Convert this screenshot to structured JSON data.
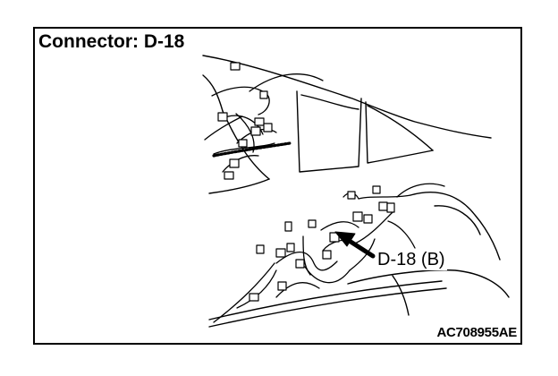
{
  "diagram": {
    "title": "Connector: D-18",
    "callout_label": "D-18 (B)",
    "reference_code": "AC708955AE"
  },
  "colors": {
    "ink": "#000000",
    "paper": "#ffffff"
  }
}
